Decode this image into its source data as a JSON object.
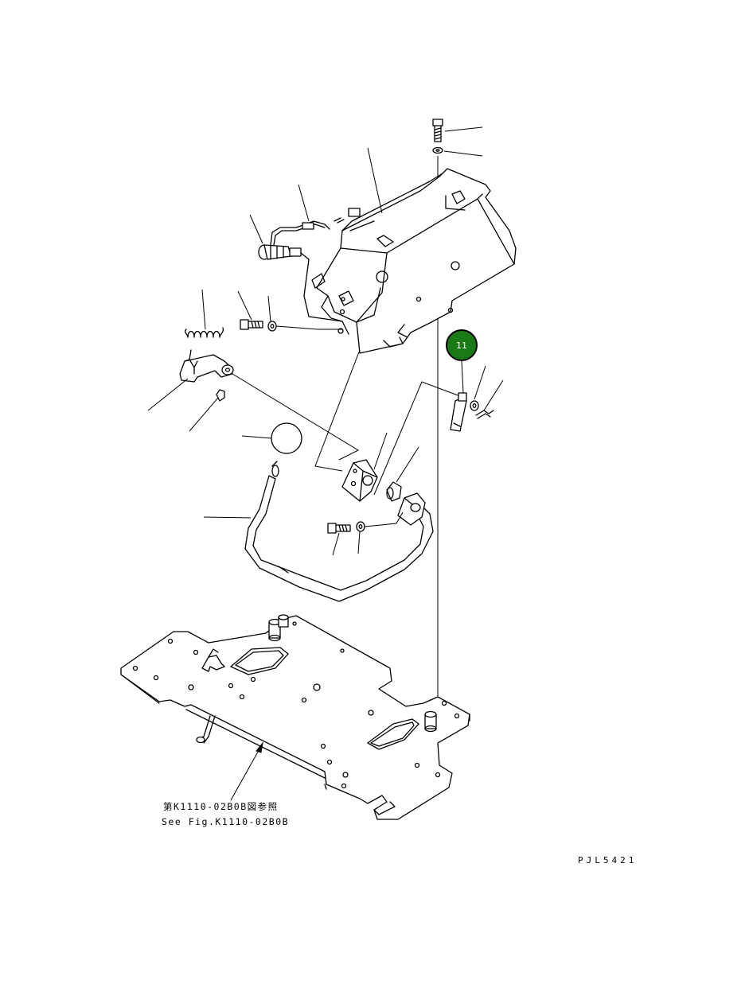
{
  "callouts": [
    {
      "label": "11",
      "color": "#1a7a16"
    }
  ],
  "reference": {
    "line_jp": "第K1110-02B0B図参照",
    "line_en": "See Fig.K1110-02B0B"
  },
  "drawing_code": "PJL5421"
}
